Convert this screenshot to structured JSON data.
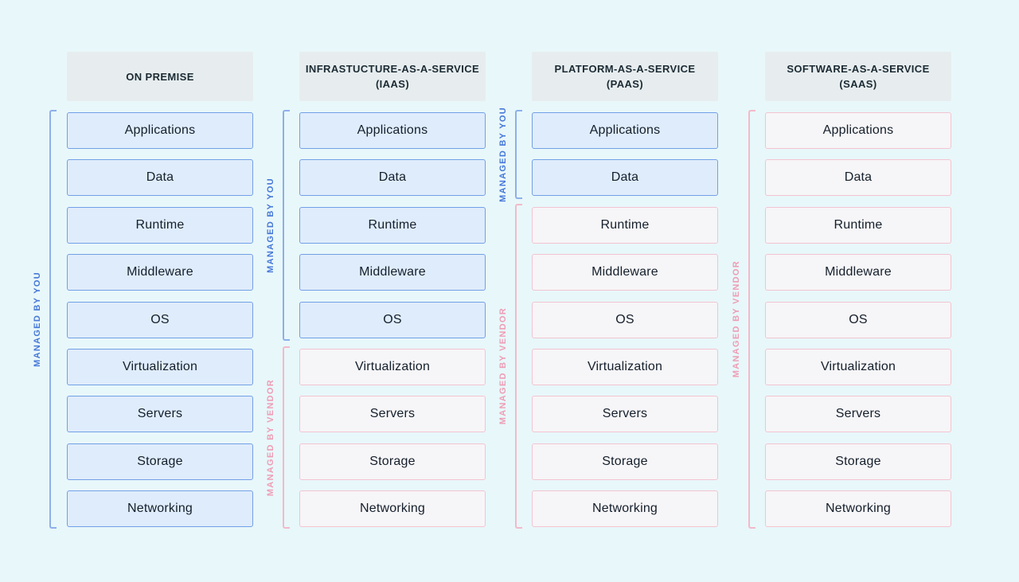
{
  "page": {
    "background": "#e8f7fa"
  },
  "legend": {
    "managed_by_you": "MANAGED BY YOU",
    "managed_by_vendor": "MANAGED BY VENDOR",
    "you_accent_color": "#4678d8",
    "vendor_accent_color": "#ee9db4"
  },
  "colors": {
    "you_cell_fill": "#dfecfb",
    "you_cell_border": "#72a0e6",
    "vendor_cell_fill": "#f6f5f7",
    "vendor_cell_border": "#f3c4d0",
    "header_fill": "#e7edef",
    "cell_text": "#141f2c"
  },
  "columns": [
    {
      "header": {
        "title": "ON PREMISE",
        "subtitle": ""
      },
      "layers": [
        {
          "label": "Applications",
          "managed_by": "you"
        },
        {
          "label": "Data",
          "managed_by": "you"
        },
        {
          "label": "Runtime",
          "managed_by": "you"
        },
        {
          "label": "Middleware",
          "managed_by": "you"
        },
        {
          "label": "OS",
          "managed_by": "you"
        },
        {
          "label": "Virtualization",
          "managed_by": "you"
        },
        {
          "label": "Servers",
          "managed_by": "you"
        },
        {
          "label": "Storage",
          "managed_by": "you"
        },
        {
          "label": "Networking",
          "managed_by": "you"
        }
      ]
    },
    {
      "header": {
        "title": "INFRASTUCTURE-AS-A-SERVICE",
        "subtitle": "(IAAS)"
      },
      "layers": [
        {
          "label": "Applications",
          "managed_by": "you"
        },
        {
          "label": "Data",
          "managed_by": "you"
        },
        {
          "label": "Runtime",
          "managed_by": "you"
        },
        {
          "label": "Middleware",
          "managed_by": "you"
        },
        {
          "label": "OS",
          "managed_by": "you"
        },
        {
          "label": "Virtualization",
          "managed_by": "vendor"
        },
        {
          "label": "Servers",
          "managed_by": "vendor"
        },
        {
          "label": "Storage",
          "managed_by": "vendor"
        },
        {
          "label": "Networking",
          "managed_by": "vendor"
        }
      ]
    },
    {
      "header": {
        "title": "PLATFORM-AS-A-SERVICE",
        "subtitle": "(PAAS)"
      },
      "layers": [
        {
          "label": "Applications",
          "managed_by": "you"
        },
        {
          "label": "Data",
          "managed_by": "you"
        },
        {
          "label": "Runtime",
          "managed_by": "vendor"
        },
        {
          "label": "Middleware",
          "managed_by": "vendor"
        },
        {
          "label": "OS",
          "managed_by": "vendor"
        },
        {
          "label": "Virtualization",
          "managed_by": "vendor"
        },
        {
          "label": "Servers",
          "managed_by": "vendor"
        },
        {
          "label": "Storage",
          "managed_by": "vendor"
        },
        {
          "label": "Networking",
          "managed_by": "vendor"
        }
      ]
    },
    {
      "header": {
        "title": "SOFTWARE-AS-A-SERVICE",
        "subtitle": "(SAAS)"
      },
      "layers": [
        {
          "label": "Applications",
          "managed_by": "vendor"
        },
        {
          "label": "Data",
          "managed_by": "vendor"
        },
        {
          "label": "Runtime",
          "managed_by": "vendor"
        },
        {
          "label": "Middleware",
          "managed_by": "vendor"
        },
        {
          "label": "OS",
          "managed_by": "vendor"
        },
        {
          "label": "Virtualization",
          "managed_by": "vendor"
        },
        {
          "label": "Servers",
          "managed_by": "vendor"
        },
        {
          "label": "Storage",
          "managed_by": "vendor"
        },
        {
          "label": "Networking",
          "managed_by": "vendor"
        }
      ]
    }
  ]
}
